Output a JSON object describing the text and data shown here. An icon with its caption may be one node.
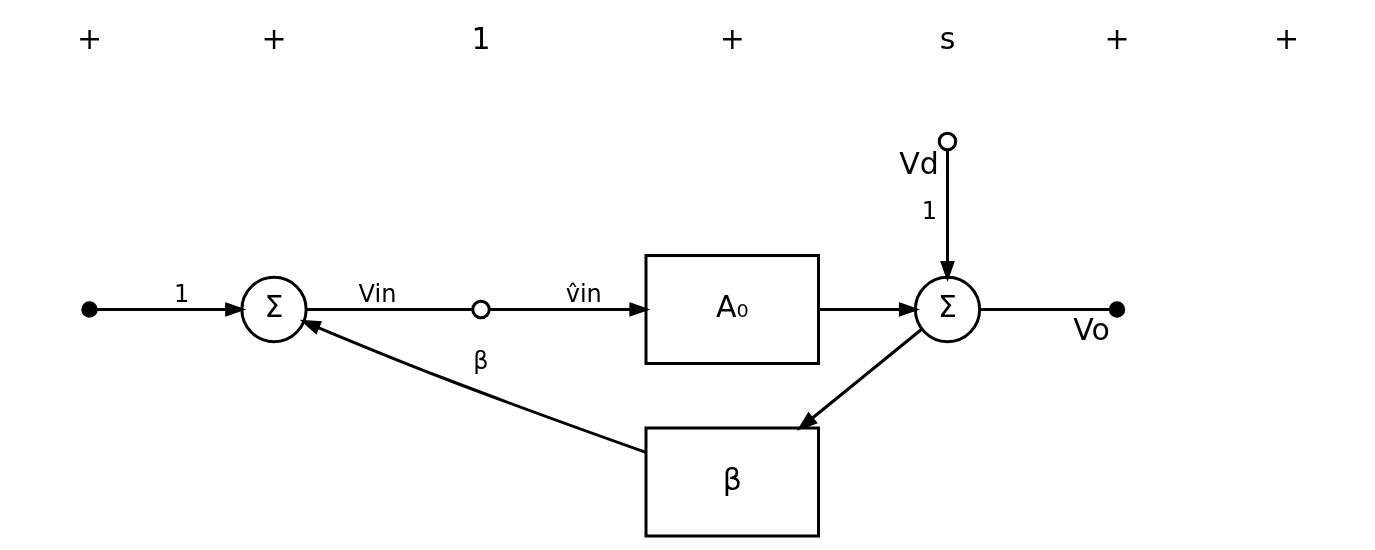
{
  "diagram": {
    "nodes": [
      {
        "text": [],
        "shape": "circle"
      },
      {
        "text": [
          "Σ"
        ]
      },
      {
        "text": [],
        "shape": "circle"
      },
      {
        "text": [
          "A₀"
        ]
      },
      {
        "text": [
          "Σ"
        ]
      },
      {
        "text": [],
        "shape": "circle",
        "beside": [
          "Vd"
        ]
      },
      {
        "text": [],
        "shape": "circle",
        "beside": [
          "Vo"
        ]
      },
      {
        "text": [
          "β"
        ]
      }
    ],
    "edges": [
      {
        "from": 0,
        "to": 1,
        "arrow": "to",
        "label": "1"
      },
      {
        "from": 1,
        "to": 2,
        "arrow": "none",
        "label": "Vin"
      },
      {
        "from": 2,
        "to": 3,
        "arrow": "to",
        "label": "v̂in"
      },
      {
        "from": 3,
        "to": 4,
        "arrow": "to"
      },
      {
        "from": 5,
        "to": 4,
        "arrow": "to",
        "label": "1"
      },
      {
        "from": 4,
        "to": 6,
        "arrow": "none"
      },
      {
        "from": 4,
        "to": 7,
        "arrow": "to"
      },
      {
        "from": 7,
        "to": 1,
        "arrow": "to",
        "label": "β"
      }
    ],
    "labels": [
      "+",
      "+",
      "1",
      "+",
      "s",
      "+",
      "+"
    ]
  }
}
